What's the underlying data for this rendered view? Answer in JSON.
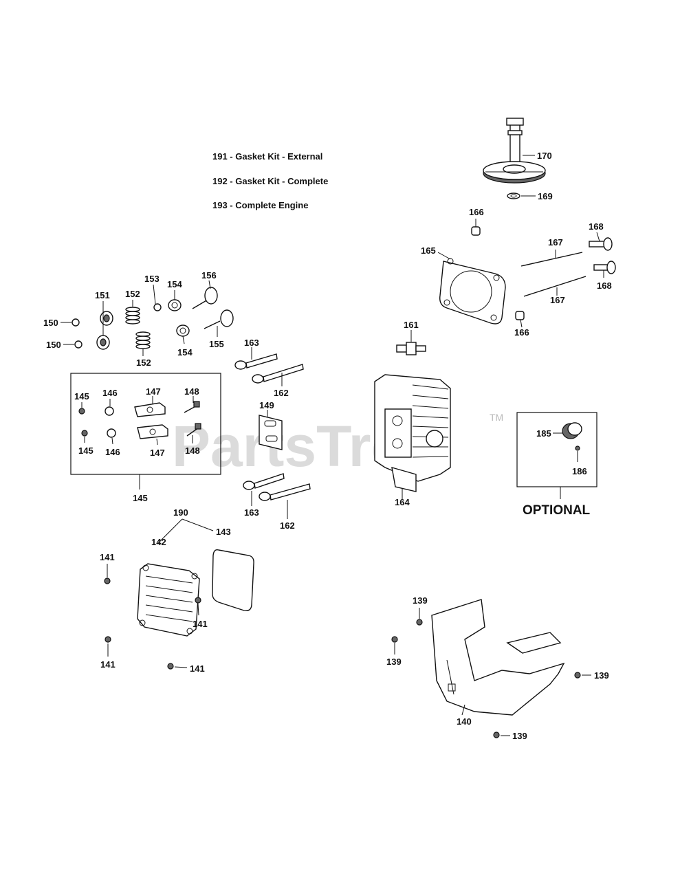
{
  "notes": [
    "191 - Gasket Kit - External",
    "192 - Gasket Kit - Complete",
    "193 - Complete Engine"
  ],
  "watermark": {
    "text": "PartsTree",
    "tm": "TM"
  },
  "optional_label": "OPTIONAL",
  "callouts": {
    "c139a": "139",
    "c139b": "139",
    "c139c": "139",
    "c139d": "139",
    "c140": "140",
    "c141a": "141",
    "c141b": "141",
    "c141c": "141",
    "c141d": "141",
    "c142": "142",
    "c143": "143",
    "c145a": "145",
    "c145b": "145",
    "c145c": "145",
    "c146a": "146",
    "c146b": "146",
    "c147a": "147",
    "c147b": "147",
    "c148a": "148",
    "c148b": "148",
    "c149": "149",
    "c150a": "150",
    "c150b": "150",
    "c151": "151",
    "c152a": "152",
    "c152b": "152",
    "c153": "153",
    "c154a": "154",
    "c154b": "154",
    "c155": "155",
    "c156": "156",
    "c161": "161",
    "c162a": "162",
    "c162b": "162",
    "c163a": "163",
    "c163b": "163",
    "c164": "164",
    "c165": "165",
    "c166a": "166",
    "c166b": "166",
    "c167a": "167",
    "c167b": "167",
    "c168a": "168",
    "c168b": "168",
    "c169": "169",
    "c170": "170",
    "c185": "185",
    "c186": "186",
    "c190": "190"
  }
}
